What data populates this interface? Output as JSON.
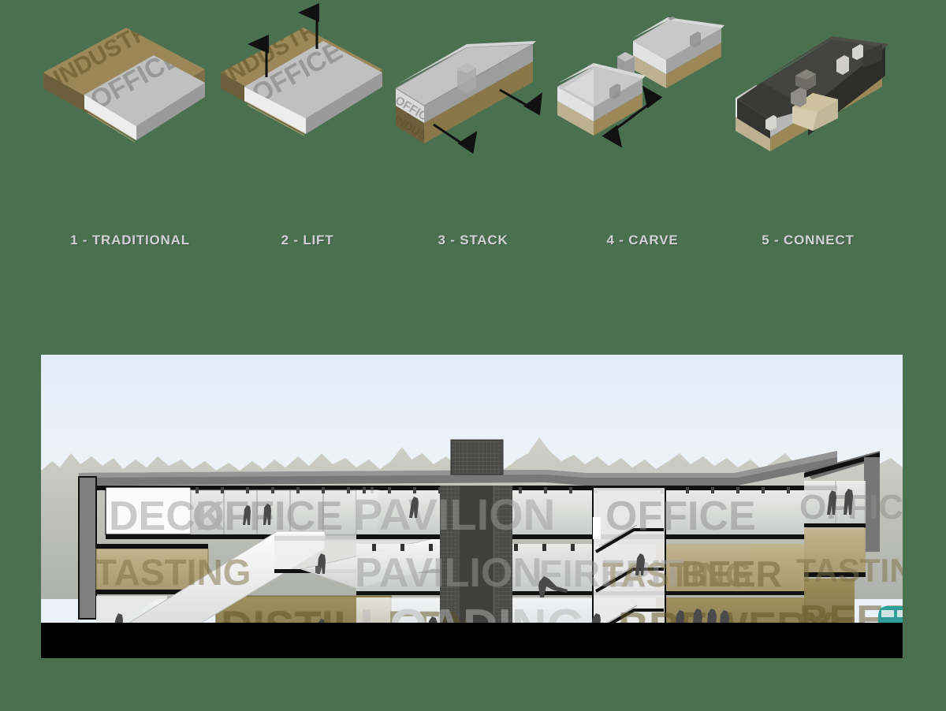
{
  "page": {
    "background_color": "#4a7050",
    "title_visible": false
  },
  "diagram_strip": {
    "label_color": "#d2d2d2",
    "steps": [
      {
        "number": "1",
        "label": "1 - TRADITIONAL",
        "name": "traditional",
        "slab_texts": [
          "INDUSTRIAL",
          "OFFICE"
        ],
        "arrows": [],
        "description_visible_text": [
          "INDUSTRIAL",
          "OFFICE"
        ]
      },
      {
        "number": "2",
        "label": "2 - LIFT",
        "name": "lift",
        "slab_texts": [
          "INDUSTRIAL",
          "OFFICE"
        ],
        "arrows": [
          "up",
          "up"
        ],
        "description_visible_text": [
          "INDUSTRIAL",
          "OFFICE"
        ]
      },
      {
        "number": "3",
        "label": "3 - STACK",
        "name": "stack",
        "slab_texts": [
          "OFFICE",
          "INDUSTRIAL"
        ],
        "arrows": [
          "diagonal-out",
          "diagonal-out"
        ],
        "description_visible_text": [
          "OFFICE",
          "INDUSTRIAL"
        ]
      },
      {
        "number": "4",
        "label": "4 - CARVE",
        "name": "carve",
        "slab_texts": [],
        "arrows": [
          "double-diagonal"
        ],
        "description_visible_text": []
      },
      {
        "number": "5",
        "label": "5 - CONNECT",
        "name": "connect",
        "slab_texts": [],
        "arrows": [],
        "description_visible_text": []
      }
    ],
    "colors": {
      "industrial_wood": "#9b8757",
      "industrial_wood_dark": "#6d5f3c",
      "office_gray": "#b9b9b9",
      "office_gray_dark": "#8f8f8f",
      "roof_dark": "#33332f",
      "arrow": "#111111"
    }
  },
  "section_render": {
    "name": "building-section-perspective",
    "sky_color": "#e6eff8",
    "ground_color": "#000000",
    "program_labels": [
      {
        "text": "DECK",
        "level": "upper",
        "zone": "left",
        "color": "#d8d8d8"
      },
      {
        "text": "OFFICE",
        "level": "upper",
        "zone": "left",
        "color": "#b4b4b4"
      },
      {
        "text": "TASTING",
        "level": "middle",
        "zone": "left",
        "color": "#9d8f62"
      },
      {
        "text": "DISTILLERY",
        "level": "lower",
        "zone": "left",
        "color": "#7d6a35"
      },
      {
        "text": "PAVILION",
        "level": "upper",
        "zone": "center",
        "color": "#c6c6c6"
      },
      {
        "text": "PAVILION",
        "level": "middle",
        "zone": "center",
        "color": "#bcbcbc"
      },
      {
        "text": "FIREPIT",
        "level": "middle",
        "zone": "center-right",
        "color": "#c2c2c2"
      },
      {
        "text": "LOADING",
        "level": "lower",
        "zone": "center",
        "color": "#c9c9c9"
      },
      {
        "text": "OFFICE",
        "level": "upper",
        "zone": "right",
        "color": "#b4b4b4"
      },
      {
        "text": "TASTING",
        "level": "middle",
        "zone": "right",
        "color": "#a09162"
      },
      {
        "text": "BEER",
        "level": "middle",
        "zone": "right",
        "color": "#8d7c48"
      },
      {
        "text": "BREWERY",
        "level": "lower",
        "zone": "right",
        "color": "#7a6832"
      },
      {
        "text": "OFFICE",
        "level": "upper",
        "zone": "far-right",
        "color": "#b4b4b4"
      },
      {
        "text": "TASTING",
        "level": "middle",
        "zone": "far-right",
        "color": "#a09162"
      },
      {
        "text": "BEER",
        "level": "lower",
        "zone": "far-right",
        "color": "#7a6832"
      }
    ],
    "elements": {
      "elevator_core": "dark-perforated-core",
      "ramp": "long-diagonal-ramp",
      "stair": "multi-flight-stair",
      "vehicle": "vw-van",
      "vehicle_color": "#2f9e9b",
      "figure_count": 16
    }
  }
}
